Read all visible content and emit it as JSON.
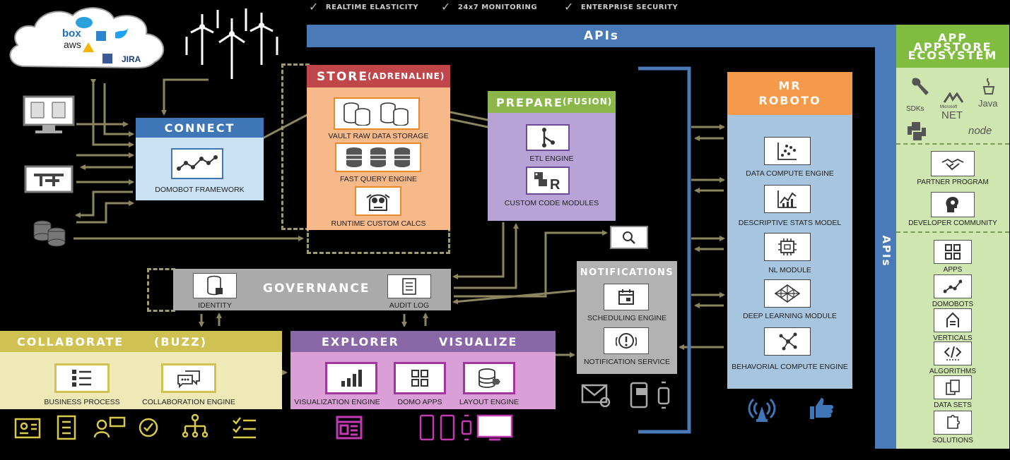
{
  "top_checks": [
    "REALTIME ELASTICITY",
    "24x7 MONITORING",
    "ENTERPRISE SECURITY"
  ],
  "apis_top": "APIs",
  "apis_side": "APIs",
  "cloud_logos": [
    "box",
    "aws",
    "JIRA"
  ],
  "connect": {
    "title": "CONNECT",
    "label": "DOMOBOT FRAMEWORK"
  },
  "store": {
    "title": "STORE",
    "subtitle": "(ADRENALINE)",
    "labels": [
      "VAULT RAW DATA STORAGE",
      "FAST QUERY ENGINE",
      "RUNTIME CUSTOM CALCS"
    ]
  },
  "prepare": {
    "title": "PREPARE",
    "subtitle": "(FUSION)",
    "labels": [
      "ETL ENGINE",
      "CUSTOM CODE MODULES"
    ]
  },
  "governance": {
    "title": "GOVERNANCE",
    "labels": [
      "IDENTITY",
      "AUDIT LOG"
    ]
  },
  "collaborate": {
    "title": "COLLABORATE",
    "subtitle": "(BUZZ)",
    "labels": [
      "BUSINESS PROCESS",
      "COLLABORATION ENGINE"
    ]
  },
  "explorer": {
    "title": "EXPLORER",
    "title2": "VISUALIZE",
    "labels": [
      "VISUALIZATION ENGINE",
      "DOMO APPS",
      "LAYOUT  ENGINE"
    ]
  },
  "notifications": {
    "title": "NOTIFICATIONS",
    "labels": [
      "SCHEDULING ENGINE",
      "NOTIFICATION SERVICE"
    ]
  },
  "roboto": {
    "title_line1": "MR",
    "title_line2": "ROBOTO",
    "labels": [
      "DATA COMPUTE ENGINE",
      "DESCRIPTIVE STATS MODEL",
      "NL MODULE",
      "DEEP LEARNING MODULE",
      "BEHAVORIAL COMPUTE ENGINE"
    ]
  },
  "appstore": {
    "title_line1": "APP",
    "title_line2": "APPSTORE",
    "title_line3": "ECOSYSTEM",
    "tech_labels": [
      "SDKs",
      "Microsoft",
      "NET",
      "Java",
      "node"
    ],
    "items": [
      "PARTNER PROGRAM",
      "DEVELOPER COMMUNITY",
      "APPS",
      "DOMOBOTS",
      "VERTICALS",
      "ALGORITHMS",
      "DATA SETS",
      "SOLUTIONS"
    ]
  },
  "colors": {
    "api_blue": "#4a7ab8",
    "olive": "#8c8660",
    "connect": "#c9e3f5",
    "connect_hdr": "#3f76b8",
    "store": "#f8b98a",
    "store_hdr": "#c0464a",
    "prepare": "#b8a3d6",
    "prepare_hdr": "#8ab64a",
    "governance": "#aaaaaa",
    "collaborate": "#efe9b8",
    "collaborate_hdr": "#cfc253",
    "explorer": "#d99fd6",
    "explorer_hdr": "#8a68a8",
    "notifications": "#b2b2b2",
    "roboto": "#a7c5df",
    "roboto_hdr": "#f59a4a",
    "appstore": "#cfe6b0",
    "appstore_hdr": "#80bc3f"
  }
}
